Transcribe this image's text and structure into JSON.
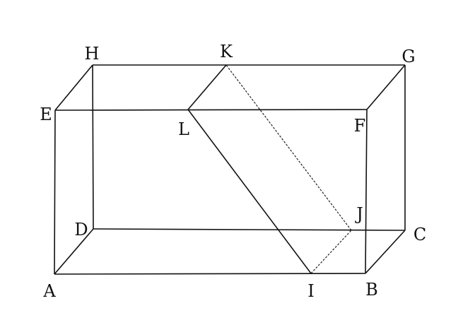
{
  "figure": {
    "type": "rectangular box (cuboid) with cross-section",
    "points": {
      "A": "A",
      "B": "B",
      "C": "C",
      "D": "D",
      "E": "E",
      "F": "F",
      "G": "G",
      "H": "H",
      "I": "I",
      "J": "J",
      "K": "K",
      "L": "L"
    },
    "solid_edges": [
      "AB",
      "BC",
      "CD",
      "DA",
      "EF",
      "FG",
      "GH",
      "HE",
      "AE",
      "BF",
      "CG",
      "DH",
      "KL",
      "LI"
    ],
    "dashed_edges": [
      "IJ",
      "JK"
    ],
    "colors": {
      "line": "#111111",
      "background": "#ffffff"
    }
  }
}
